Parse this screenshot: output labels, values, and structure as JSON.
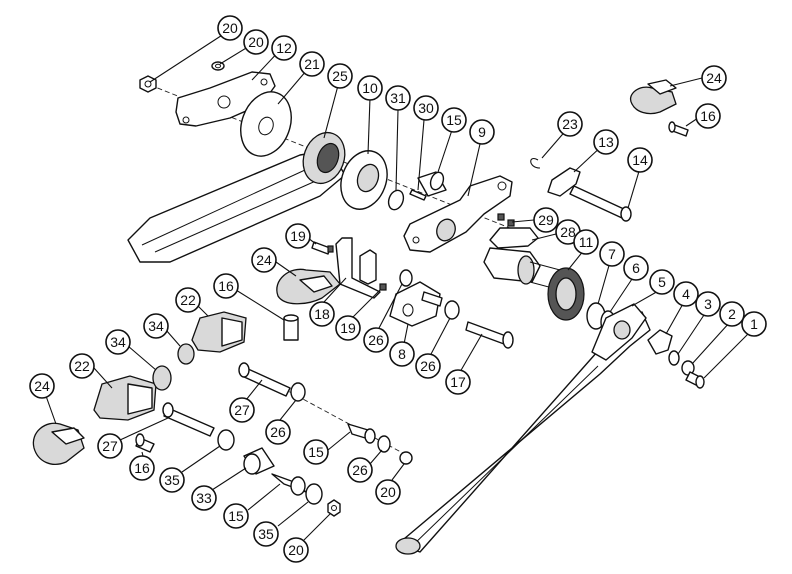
{
  "callouts": [
    {
      "label": "20"
    },
    {
      "label": "20"
    },
    {
      "label": "12"
    },
    {
      "label": "21"
    },
    {
      "label": "25"
    },
    {
      "label": "10"
    },
    {
      "label": "31"
    },
    {
      "label": "30"
    },
    {
      "label": "15"
    },
    {
      "label": "9"
    },
    {
      "label": "23"
    },
    {
      "label": "13"
    },
    {
      "label": "14"
    },
    {
      "label": "24"
    },
    {
      "label": "16"
    },
    {
      "label": "29"
    },
    {
      "label": "28"
    },
    {
      "label": "11"
    },
    {
      "label": "7"
    },
    {
      "label": "6"
    },
    {
      "label": "5"
    },
    {
      "label": "4"
    },
    {
      "label": "3"
    },
    {
      "label": "2"
    },
    {
      "label": "1"
    },
    {
      "label": "19"
    },
    {
      "label": "24"
    },
    {
      "label": "16"
    },
    {
      "label": "22"
    },
    {
      "label": "34"
    },
    {
      "label": "18"
    },
    {
      "label": "19"
    },
    {
      "label": "26"
    },
    {
      "label": "8"
    },
    {
      "label": "26"
    },
    {
      "label": "17"
    },
    {
      "label": "22"
    },
    {
      "label": "34"
    },
    {
      "label": "24"
    },
    {
      "label": "27"
    },
    {
      "label": "26"
    },
    {
      "label": "27"
    },
    {
      "label": "16"
    },
    {
      "label": "15"
    },
    {
      "label": "26"
    },
    {
      "label": "35"
    },
    {
      "label": "33"
    },
    {
      "label": "20"
    },
    {
      "label": "15"
    },
    {
      "label": "35"
    },
    {
      "label": "20"
    }
  ]
}
